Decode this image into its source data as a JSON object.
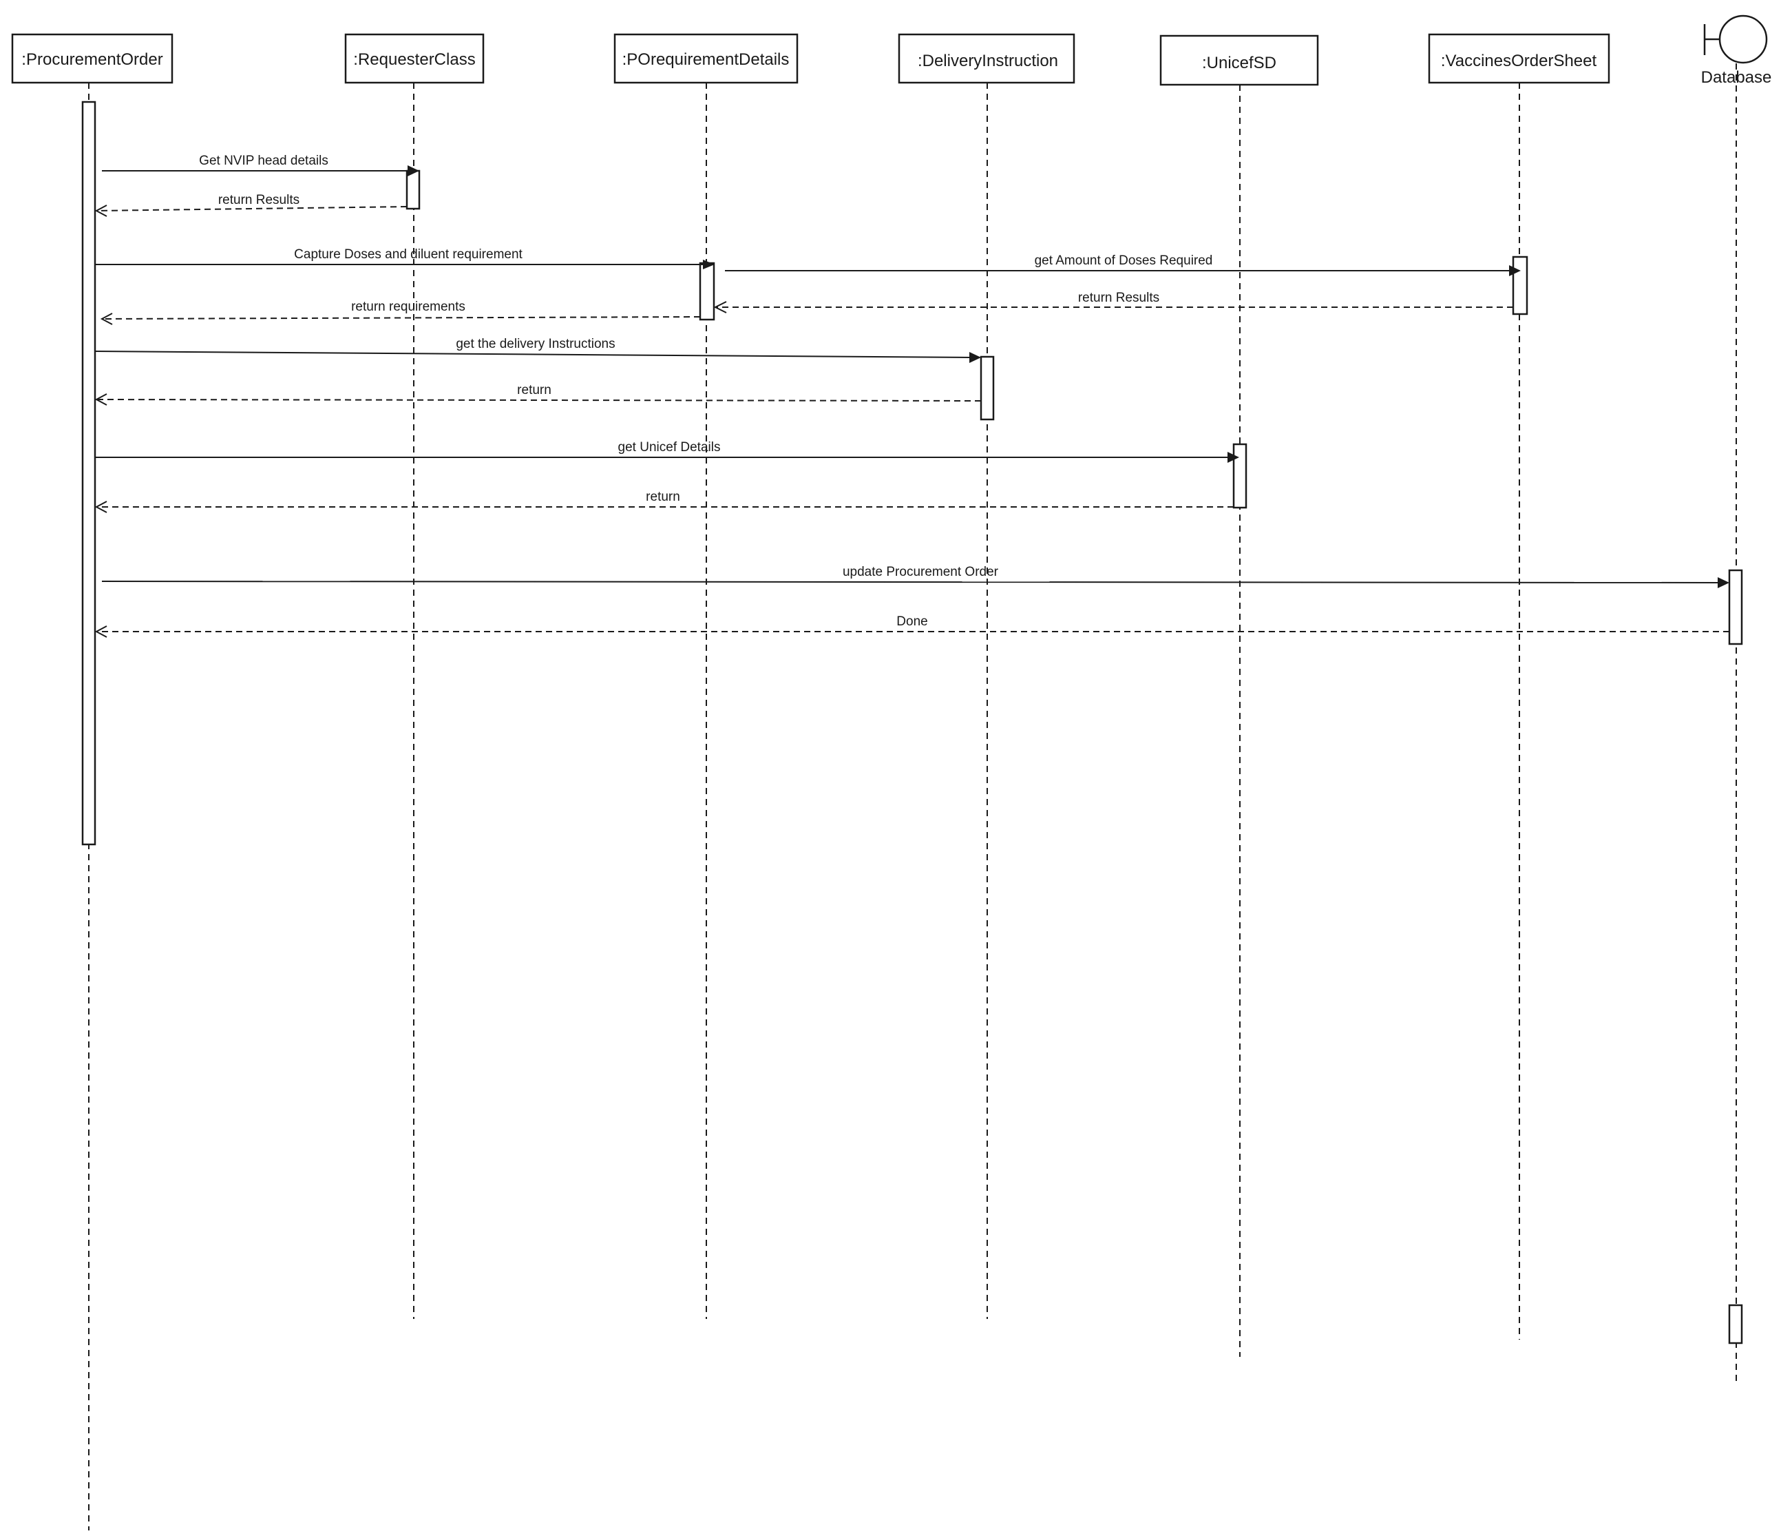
{
  "diagram": {
    "type": "uml-sequence",
    "participants": [
      {
        "id": "po",
        "label": ":ProcurementOrder",
        "kind": "object"
      },
      {
        "id": "rc",
        "label": ":RequesterClass",
        "kind": "object"
      },
      {
        "id": "prd",
        "label": ":POrequirementDetails",
        "kind": "object"
      },
      {
        "id": "di",
        "label": ":DeliveryInstruction",
        "kind": "object"
      },
      {
        "id": "usd",
        "label": ":UnicefSD",
        "kind": "object"
      },
      {
        "id": "vos",
        "label": ":VaccinesOrderSheet",
        "kind": "object"
      },
      {
        "id": "db",
        "label": "Database",
        "kind": "boundary"
      }
    ],
    "messages": [
      {
        "from": "po",
        "to": "rc",
        "label": "Get NVIP head details",
        "type": "sync"
      },
      {
        "from": "rc",
        "to": "po",
        "label": "return Results",
        "type": "return"
      },
      {
        "from": "po",
        "to": "prd",
        "label": "Capture Doses and diluent requirement",
        "type": "sync"
      },
      {
        "from": "prd",
        "to": "vos",
        "label": "get Amount of Doses Required",
        "type": "sync"
      },
      {
        "from": "vos",
        "to": "prd",
        "label": "return Results",
        "type": "return"
      },
      {
        "from": "prd",
        "to": "po",
        "label": "return requirements",
        "type": "return"
      },
      {
        "from": "po",
        "to": "di",
        "label": "get the delivery Instructions",
        "type": "sync"
      },
      {
        "from": "di",
        "to": "po",
        "label": "return",
        "type": "return"
      },
      {
        "from": "po",
        "to": "usd",
        "label": "get Unicef Details",
        "type": "sync"
      },
      {
        "from": "usd",
        "to": "po",
        "label": "return",
        "type": "return"
      },
      {
        "from": "po",
        "to": "db",
        "label": "update Procurement Order",
        "type": "sync"
      },
      {
        "from": "db",
        "to": "po",
        "label": "Done",
        "type": "return"
      }
    ]
  },
  "icons": {
    "boundary": "boundary-icon"
  }
}
